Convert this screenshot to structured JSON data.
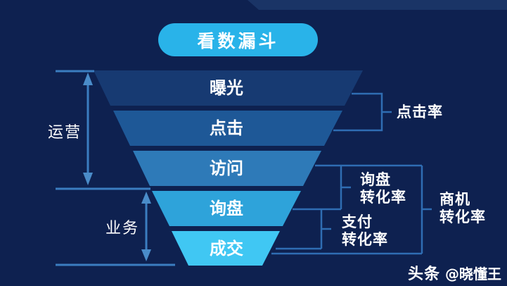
{
  "title": {
    "label": "看数漏斗"
  },
  "funnel": {
    "levels": [
      {
        "label": "曝光",
        "color": "#173a72"
      },
      {
        "label": "点击",
        "color": "#1e5897"
      },
      {
        "label": "访问",
        "color": "#2e7ab8"
      },
      {
        "label": "询盘",
        "color": "#2ea3da"
      },
      {
        "label": "成交",
        "color": "#40c7f3"
      }
    ]
  },
  "left_annotations": {
    "operations": "运营",
    "business": "业务"
  },
  "right_annotations": {
    "click_rate": "点击率",
    "inquiry_rate_line1": "询盘",
    "inquiry_rate_line2": "转化率",
    "payment_rate_line1": "支付",
    "payment_rate_line2": "转化率",
    "opportunity_rate_line1": "商机",
    "opportunity_rate_line2": "转化率"
  },
  "watermark": {
    "brand": "头条",
    "handle": "@晓懂王"
  },
  "colors": {
    "background": "#0e2150",
    "top_band": "#1a3466",
    "pill": "#29b3e9",
    "bracket_line": "#2f6db3",
    "arrow_line": "#3b7dc0",
    "text": "#ffffff"
  },
  "chart_data": {
    "type": "funnel",
    "title": "看数漏斗",
    "stages": [
      "曝光",
      "点击",
      "访问",
      "询盘",
      "成交"
    ],
    "stage_groups": [
      {
        "label": "运营",
        "covers": [
          "曝光",
          "点击",
          "访问"
        ]
      },
      {
        "label": "业务",
        "covers": [
          "询盘",
          "成交"
        ]
      }
    ],
    "rates": [
      {
        "label": "点击率",
        "from": "曝光",
        "to": "点击"
      },
      {
        "label": "询盘转化率",
        "from": "访问",
        "to": "询盘"
      },
      {
        "label": "支付转化率",
        "from": "询盘",
        "to": "成交"
      },
      {
        "label": "商机转化率",
        "from": "访问",
        "to": "成交"
      }
    ]
  }
}
